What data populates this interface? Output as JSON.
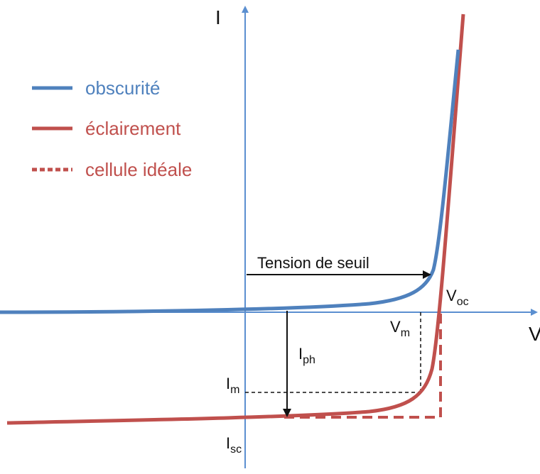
{
  "colors": {
    "axis": "#5b8fd0",
    "dark": "#4f81bd",
    "light": "#c0504d",
    "guide": "#111111"
  },
  "axes": {
    "y_label": "I",
    "x_label": "V"
  },
  "legend": {
    "items": [
      {
        "label": "obscurité",
        "style": "solid",
        "color": "#4f81bd"
      },
      {
        "label": "éclairement",
        "style": "solid",
        "color": "#c0504d"
      },
      {
        "label": "cellule idéale",
        "style": "dashed",
        "color": "#c0504d"
      }
    ]
  },
  "annotations": {
    "threshold": "Tension de seuil",
    "voc_main": "V",
    "voc_sub": "oc",
    "vm_main": "V",
    "vm_sub": "m",
    "im_main": "I",
    "im_sub": "m",
    "iph_main": "I",
    "iph_sub": "ph",
    "isc_main": "I",
    "isc_sub": "sc"
  }
}
